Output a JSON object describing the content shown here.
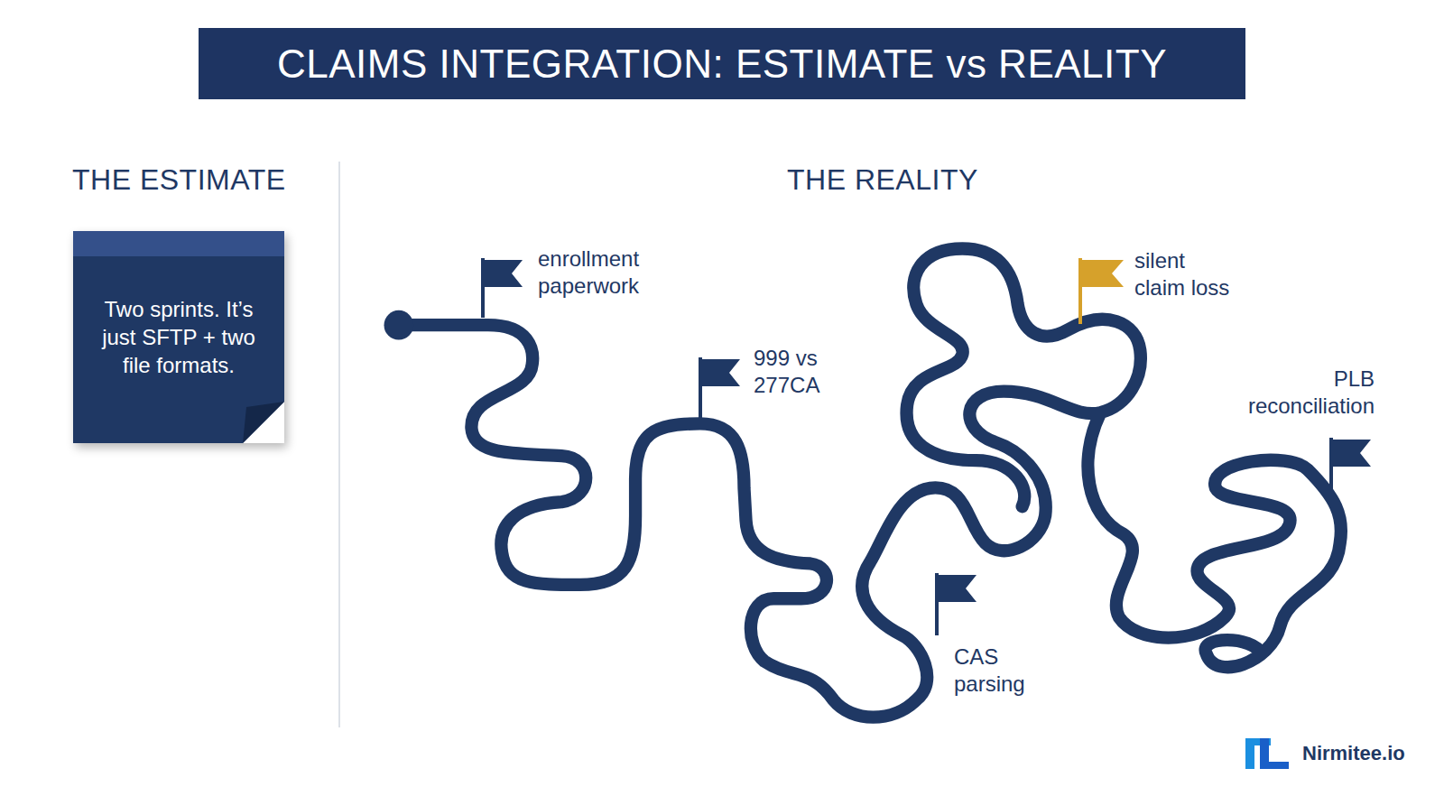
{
  "diagram": {
    "title": "CLAIMS INTEGRATION: ESTIMATE vs REALITY",
    "nodes": [
      {
        "text": [
          "Two sprints. It’s just SFTP + two file formats."
        ]
      }
    ],
    "labels": [
      "THE ESTIMATE",
      "THE REALITY",
      "enrollment paperwork",
      "999 vs 277CA",
      "silent claim loss",
      "CAS parsing",
      "PLB reconciliation",
      "Nirmitee.io"
    ]
  }
}
